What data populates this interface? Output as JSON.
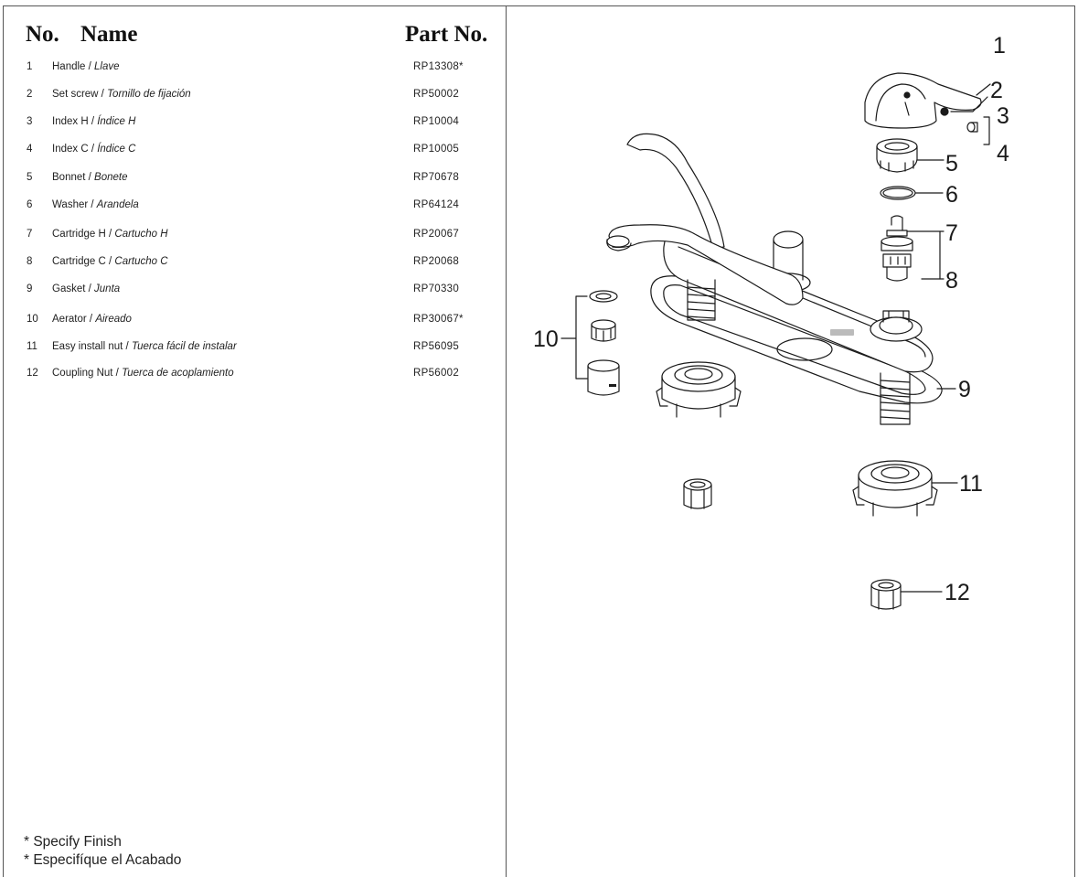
{
  "headers": {
    "no": "No.",
    "name": "Name",
    "part_no": "Part No."
  },
  "parts": [
    {
      "no": "1",
      "name_en": "Handle / ",
      "name_es": "Llave",
      "part_no": "RP13308*"
    },
    {
      "no": "2",
      "name_en": "Set screw / ",
      "name_es": "Tornillo de  fijación",
      "part_no": "RP50002"
    },
    {
      "no": "3",
      "name_en": "Index H / ",
      "name_es": "Índice H",
      "part_no": "RP10004"
    },
    {
      "no": "4",
      "name_en": "Index C / ",
      "name_es": "Índice C",
      "part_no": "RP10005"
    },
    {
      "no": "5",
      "name_en": "Bonnet / ",
      "name_es": "Bonete",
      "part_no": "RP70678"
    },
    {
      "no": "6",
      "name_en": "Washer / ",
      "name_es": "Arandela",
      "part_no": "RP64124"
    },
    {
      "no": "7",
      "name_en": "Cartridge H / ",
      "name_es": "Cartucho H",
      "part_no": "RP20067"
    },
    {
      "no": "8",
      "name_en": "Cartridge C / ",
      "name_es": "Cartucho C",
      "part_no": "RP20068"
    },
    {
      "no": "9",
      "name_en": "Gasket / ",
      "name_es": "Junta",
      "part_no": "RP70330"
    },
    {
      "no": "10",
      "name_en": "Aerator / ",
      "name_es": "Aireado",
      "part_no": "RP30067*"
    },
    {
      "no": "11",
      "name_en": "Easy install nut / ",
      "name_es": "Tuerca fácil de instalar",
      "part_no": "RP56095"
    },
    {
      "no": "12",
      "name_en": "Coupling Nut  / ",
      "name_es": "Tuerca de acoplamiento",
      "part_no": "RP56002"
    }
  ],
  "notes": {
    "line1": "* Specify Finish",
    "line2": "* Especifíque el Acabado"
  },
  "callouts": [
    "1",
    "2",
    "3",
    "4",
    "5",
    "6",
    "7",
    "8",
    "9",
    "10",
    "11",
    "12"
  ],
  "colors": {
    "line": "#1a1a1a",
    "frame": "#555555"
  }
}
